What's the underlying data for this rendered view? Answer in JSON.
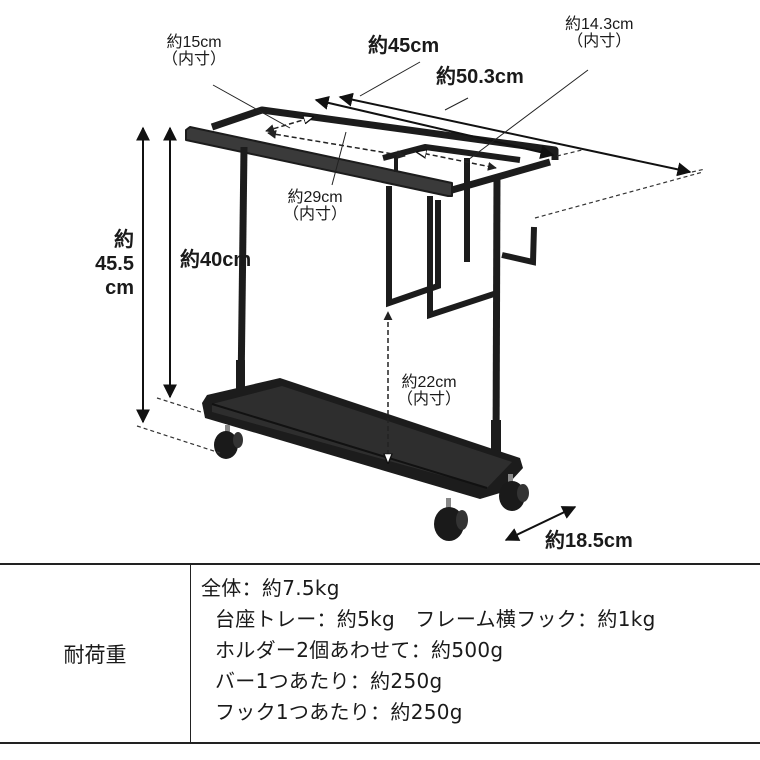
{
  "diagram": {
    "labels": {
      "depth_inner_top": {
        "value": "約15cm",
        "note": "（内寸）"
      },
      "width_inner": {
        "value": "約45cm"
      },
      "width_outer": {
        "value": "約50.3cm"
      },
      "holder_inner": {
        "value": "約14.3cm",
        "note": "（内寸）"
      },
      "frame_inner_length": {
        "value": "約29cm",
        "note": "（内寸）"
      },
      "total_height": {
        "line1": "約",
        "line2": "45.5",
        "line3": "cm"
      },
      "frame_height": {
        "value": "約40cm"
      },
      "tray_clearance": {
        "value": "約22cm",
        "note": "（内寸）"
      },
      "depth": {
        "value": "約18.5cm"
      }
    },
    "colors": {
      "product": "#1c1c1c",
      "product_highlight": "#3a3a3a",
      "dimension_line": "#111111"
    }
  },
  "spec_table": {
    "header": "耐荷重",
    "lines": [
      {
        "text": "全体：約7.5kg",
        "indent": false
      },
      {
        "text": "台座トレー：約5kg　フレーム横フック：約1kg",
        "indent": true
      },
      {
        "text": "ホルダー2個あわせて：約500g",
        "indent": true
      },
      {
        "text": "バー1つあたり：約250g",
        "indent": true
      },
      {
        "text": "フック1つあたり：約250g",
        "indent": true
      }
    ]
  }
}
